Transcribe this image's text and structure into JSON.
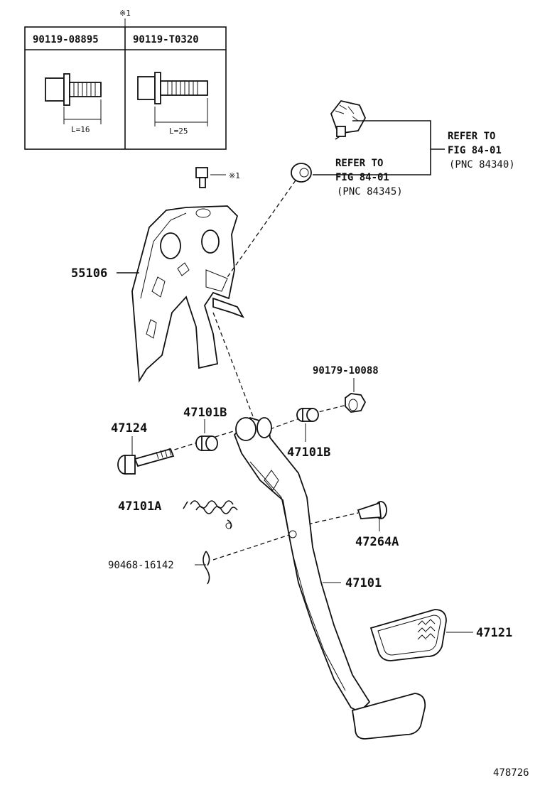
{
  "table": {
    "marker": "※1",
    "headers": [
      "90119-08895",
      "90119-T0320"
    ],
    "lengths": [
      "L=16",
      "L=25"
    ]
  },
  "bolt_marker": "※1",
  "refs": {
    "upper": {
      "line1": "REFER TO",
      "line2": "FIG 84-01",
      "line3": "(PNC 84340)"
    },
    "lower": {
      "line1": "REFER TO",
      "line2": "FIG 84-01",
      "line3": "(PNC 84345)"
    }
  },
  "parts": {
    "p55106": "55106",
    "p90179": "90179-10088",
    "p47101b_left": "47101B",
    "p47101b_right": "47101B",
    "p47124": "47124",
    "p47101a": "47101A",
    "p47264a": "47264A",
    "p90468": "90468-16142",
    "p47101": "47101",
    "p47121": "47121"
  },
  "figure_number": "478726"
}
